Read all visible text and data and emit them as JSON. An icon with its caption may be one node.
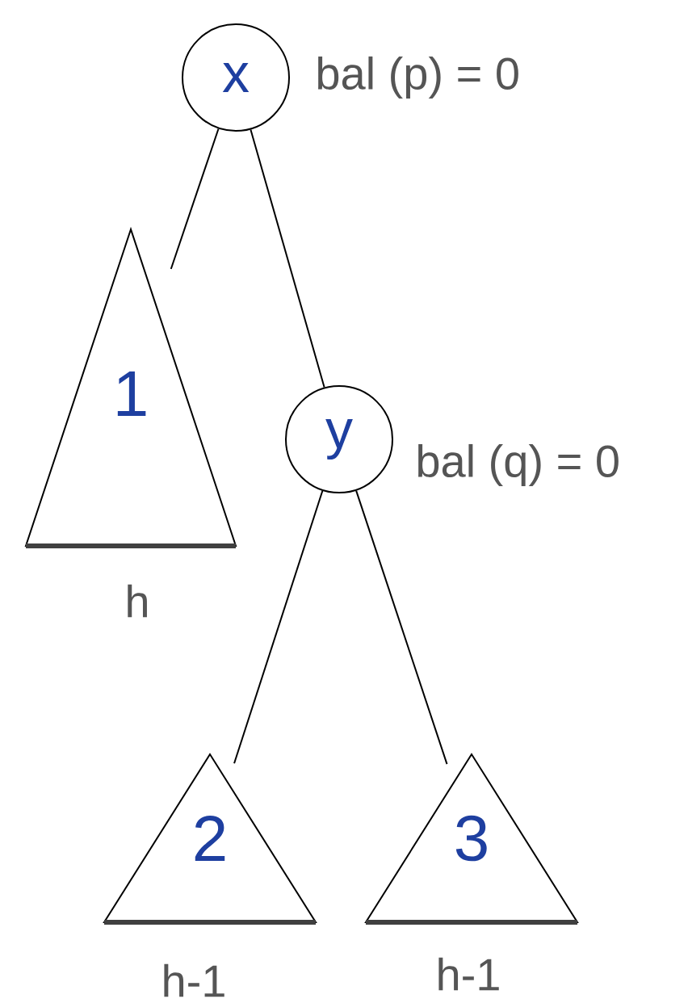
{
  "diagram": {
    "nodes": [
      {
        "text": [
          "x"
        ],
        "beside": [
          "bal (p) = 0"
        ]
      },
      {
        "text": [
          "1"
        ],
        "beside": [
          "h"
        ]
      },
      {
        "text": [
          "y"
        ],
        "beside": [
          "bal (q) = 0"
        ]
      },
      {
        "text": [
          "2"
        ],
        "beside": [
          "h-1"
        ]
      },
      {
        "text": [
          "3"
        ],
        "beside": [
          "h-1"
        ]
      }
    ],
    "edges": [
      {
        "from": 0,
        "to": 1,
        "arrow": "none"
      },
      {
        "from": 0,
        "to": 2,
        "arrow": "none"
      },
      {
        "from": 2,
        "to": 3,
        "arrow": "none"
      },
      {
        "from": 2,
        "to": 4,
        "arrow": "none"
      }
    ]
  }
}
